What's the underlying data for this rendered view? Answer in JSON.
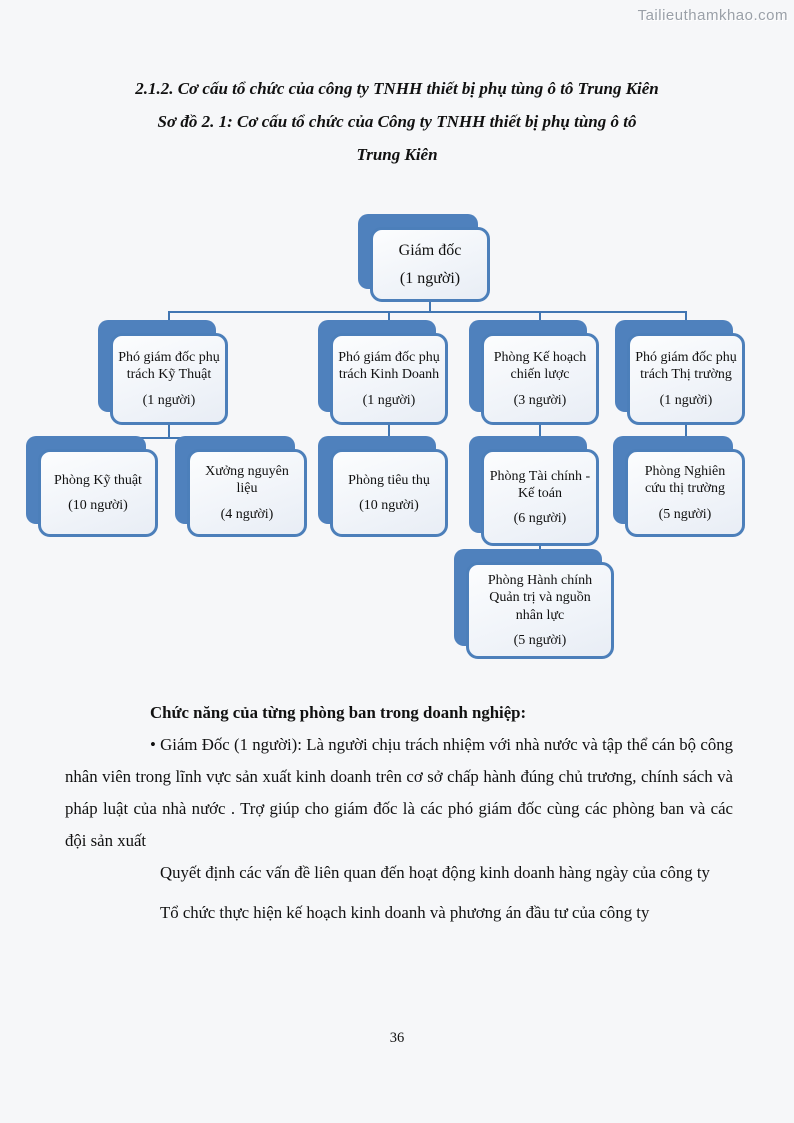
{
  "watermark": "Tailieuthamkhao.com",
  "heading": {
    "line1": "2.1.2. Cơ cấu tổ chức của công ty TNHH thiết bị phụ tùng ô tô Trung Kiên",
    "line2": "Sơ đồ 2. 1: Cơ cấu tổ chức của Công ty TNHH thiết bị phụ tùng ô tô",
    "line3": "Trung Kiên"
  },
  "org_chart": {
    "nodes": [
      {
        "id": "director",
        "title": "Giám đốc",
        "count": "(1 người)"
      },
      {
        "id": "deputy-technical",
        "title": "Phó giám đốc phụ trách Kỹ Thuật",
        "count": "(1 người)"
      },
      {
        "id": "deputy-business",
        "title": "Phó giám đốc phụ trách Kinh Doanh",
        "count": "(1 người)"
      },
      {
        "id": "strategic-planning",
        "title": "Phòng Kế hoạch chiến lược",
        "count": "(3 người)"
      },
      {
        "id": "deputy-market",
        "title": "Phó giám đốc phụ trách Thị trường",
        "count": "(1 người)"
      },
      {
        "id": "technical-dept",
        "title": "Phòng Kỹ thuật",
        "count": "(10 người)"
      },
      {
        "id": "materials-workshop",
        "title": "Xưởng nguyên liệu",
        "count": "(4 người)"
      },
      {
        "id": "sales-dept",
        "title": "Phòng tiêu thụ",
        "count": "(10 người)"
      },
      {
        "id": "finance-accounting",
        "title": "Phòng Tài chính - Kế toán",
        "count": "(6 người)"
      },
      {
        "id": "market-research",
        "title": "Phòng Nghiên cứu thị trường",
        "count": "(5 người)"
      },
      {
        "id": "admin-hr",
        "title": "Phòng Hành chính Quản trị và nguồn nhân lực",
        "count": "(5 người)"
      }
    ],
    "edges": [
      [
        "director",
        "deputy-technical"
      ],
      [
        "director",
        "deputy-business"
      ],
      [
        "director",
        "strategic-planning"
      ],
      [
        "director",
        "deputy-market"
      ],
      [
        "deputy-technical",
        "technical-dept"
      ],
      [
        "deputy-technical",
        "materials-workshop"
      ],
      [
        "deputy-business",
        "sales-dept"
      ],
      [
        "strategic-planning",
        "finance-accounting"
      ],
      [
        "deputy-market",
        "market-research"
      ],
      [
        "finance-accounting",
        "admin-hr"
      ]
    ]
  },
  "body": {
    "section_heading": "Chức năng của từng phòng ban trong doanh nghiệp:",
    "para1": "• Giám Đốc (1 người): Là người chịu trách nhiệm với nhà nước và tập thể cán bộ công nhân viên trong lĩnh vực sản xuất kinh doanh trên cơ sở chấp hành đúng chủ trương, chính sách và pháp luật của nhà nước . Trợ giúp cho giám đốc là các phó giám đốc cùng các phòng ban và các đội sản xuất",
    "para2": "Quyết định các vấn đề liên quan đến hoạt động kinh doanh hàng ngày của công ty",
    "para3": "Tổ chức thực hiện kế hoạch kinh doanh và phương án đầu tư của công ty"
  },
  "page_number": "36",
  "colors": {
    "accent_blue": "#4f81bd",
    "connector_blue": "#4176b2",
    "node_fill": "#eef2f8",
    "page_background": "#f6f7f9"
  }
}
